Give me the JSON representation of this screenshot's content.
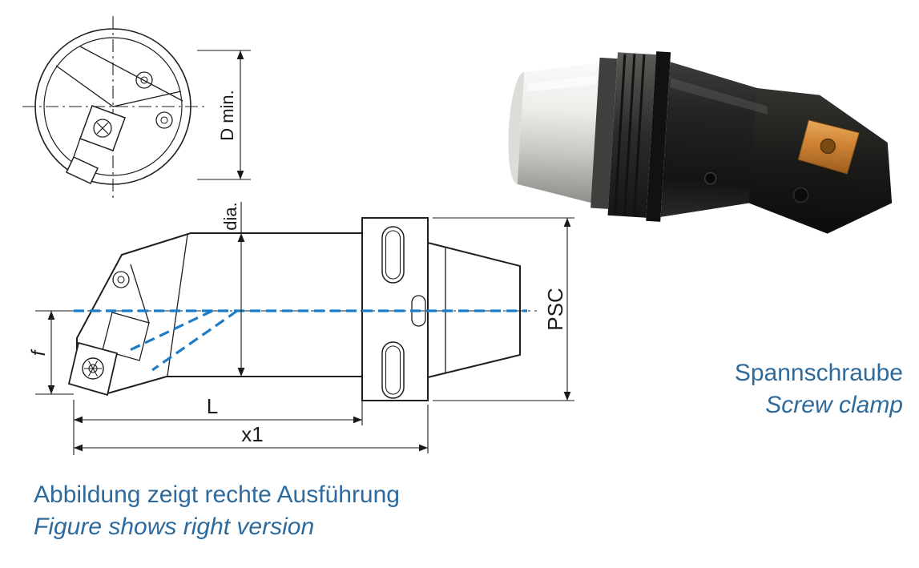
{
  "drawing": {
    "labels": {
      "d_min": "D min.",
      "dia": "dia.",
      "f": "f",
      "length": "L",
      "x1": "x1",
      "psc": "PSC"
    },
    "colors": {
      "line": "#1f1f1f",
      "coolant_blue": "#1d7cc5"
    }
  },
  "photo": {
    "label_de": "Spannschraube",
    "label_en": "Screw clamp",
    "insert_color": "#c8862f"
  },
  "footer": {
    "caption_de": "Abbildung zeigt rechte Ausführung",
    "caption_en": "Figure shows right version"
  },
  "colors": {
    "caption_blue": "#2e6a9c",
    "background": "#ffffff"
  }
}
